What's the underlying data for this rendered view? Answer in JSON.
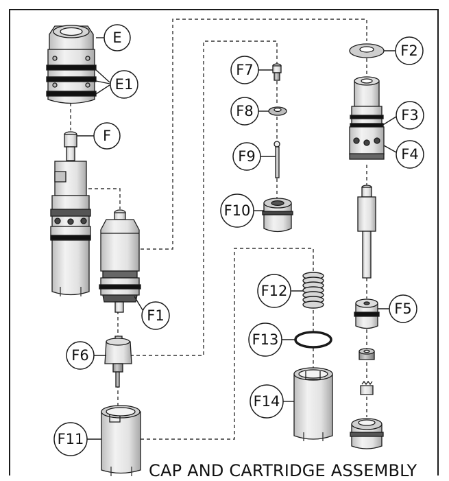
{
  "caption": "CAP AND CARTRIDGE ASSEMBLY",
  "callouts": {
    "E": "E",
    "E1": "E1",
    "F": "F",
    "F1": "F1",
    "F2": "F2",
    "F3": "F3",
    "F4": "F4",
    "F5": "F5",
    "F6": "F6",
    "F7": "F7",
    "F8": "F8",
    "F9": "F9",
    "F10": "F10",
    "F11": "F11",
    "F12": "F12",
    "F13": "F13",
    "F14": "F14"
  },
  "colors": {
    "outline": "#1a1a1a",
    "part_fill": "#ededed",
    "part_shade": "#c9c9c9",
    "part_dark": "#8a8a8a",
    "band": "#111111"
  }
}
